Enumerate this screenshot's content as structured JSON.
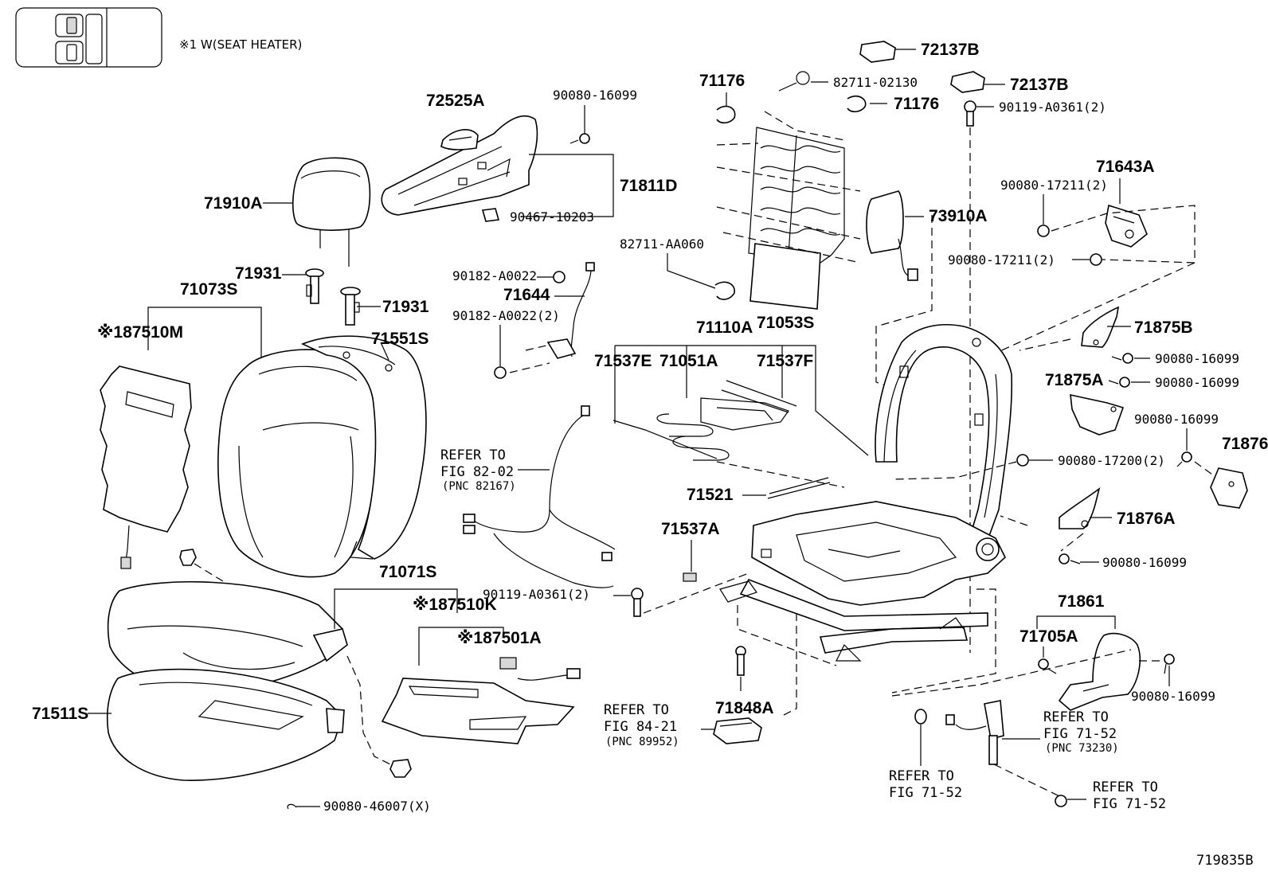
{
  "legend": {
    "note": "※1 W(SEAT HEATER)"
  },
  "figure_id": "719835B",
  "labels": {
    "p72137B_1": "72137B",
    "p72137B_2": "72137B",
    "p71176_1": "71176",
    "p71176_2": "71176",
    "p82711_02130": "82711-02130",
    "p90119_A0361_2_top": "90119-A0361(2)",
    "p72525A": "72525A",
    "p90080_16099_a": "90080-16099",
    "p71811D": "71811D",
    "p90467_10203": "90467-10203",
    "p71910A": "71910A",
    "p71931_1": "71931",
    "p71931_2": "71931",
    "p71073S": "71073S",
    "p87510M": "※187510M",
    "p71551S": "71551S",
    "p82711_AA060": "82711-AA060",
    "p90182_A0022": "90182-A0022",
    "p71644": "71644",
    "p90182_A0022_2": "90182-A0022(2)",
    "p71053S": "71053S",
    "p73910A": "73910A",
    "p71643A": "71643A",
    "p90080_17211_2_a": "90080-17211(2)",
    "p90080_17211_2_b": "90080-17211(2)",
    "p71110A": "71110A",
    "p71537E": "71537E",
    "p71051A": "71051A",
    "p71537F": "71537F",
    "p71875B": "71875B",
    "p90080_16099_b": "90080-16099",
    "p90080_16099_c": "90080-16099",
    "p71875A": "71875A",
    "p90080_16099_d": "90080-16099",
    "p71876": "71876",
    "p90080_17200_2": "90080-17200(2)",
    "p71521": "71521",
    "p71876A": "71876A",
    "p71537A": "71537A",
    "p90080_16099_e": "90080-16099",
    "p71071S": "71071S",
    "p87510K": "※187510K",
    "p87501A": "※187501A",
    "p90119_A0361_2_mid": "90119-A0361(2)",
    "p71861": "71861",
    "p71705A": "71705A",
    "p90080_16099_f": "90080-16099",
    "p71848A": "71848A",
    "p71511S": "71511S",
    "p90080_46007": "90080-46007(X)"
  },
  "refs": {
    "r82_02": {
      "l1": "REFER TO",
      "l2": "FIG 82-02",
      "l3": "(PNC 82167)"
    },
    "r84_21": {
      "l1": "REFER TO",
      "l2": "FIG 84-21",
      "l3": "(PNC 89952)"
    },
    "r71_52_pnc": {
      "l1": "REFER TO",
      "l2": "FIG 71-52",
      "l3": "(PNC 73230)"
    },
    "r71_52_a": {
      "l1": "REFER TO",
      "l2": "FIG 71-52"
    },
    "r71_52_b": {
      "l1": "REFER TO",
      "l2": "FIG 71-52"
    }
  }
}
